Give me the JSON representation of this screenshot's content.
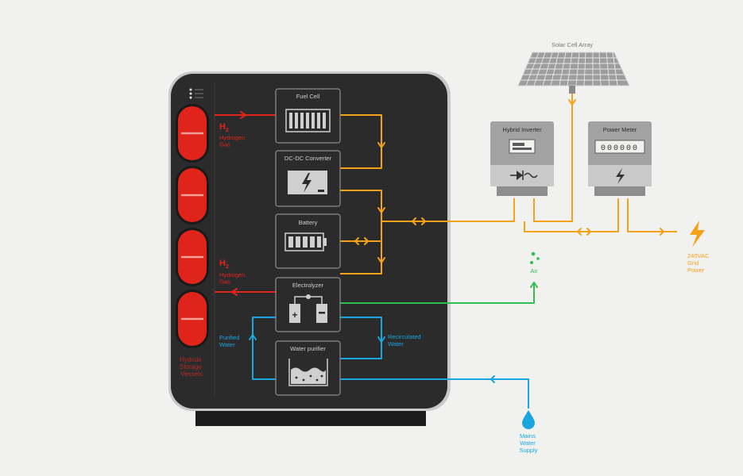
{
  "colors": {
    "background": "#f1f1f0",
    "unit_body": "#2b2b2b",
    "hydrogen_red": "#e0241b",
    "power_orange": "#f5a21b",
    "air_green": "#2fbf4f",
    "water_blue": "#1aa6e0",
    "panel_gray": "#9a9a9a"
  },
  "unit": {
    "modules": [
      {
        "label": "Fuel Cell",
        "icon": "fuel-cell-icon"
      },
      {
        "label": "DC-DC Converter",
        "icon": "converter-icon"
      },
      {
        "label": "Battery",
        "icon": "battery-icon"
      },
      {
        "label": "Electrolyzer",
        "icon": "electrolyzer-icon"
      },
      {
        "label": "Water purifier",
        "icon": "water-tank-icon"
      }
    ],
    "h2_out": {
      "symbol": "H",
      "subscript": "2",
      "line1": "Hydrogen",
      "line2": "Gas"
    },
    "h2_in": {
      "symbol": "H",
      "subscript": "2",
      "line1": "Hydrogen",
      "line2": "Gas"
    },
    "storage_label": [
      "Hydride",
      "Storage",
      "Vessels"
    ],
    "purified_label": [
      "Purified",
      "Water"
    ],
    "recirculated_label": [
      "Recirculated",
      "Water"
    ]
  },
  "external": {
    "solar_label": "Solar Cell Array",
    "inverter_label": "Hybrid Inverter",
    "meter_label": "Power Meter",
    "meter_digits": "000000",
    "air_label": "Air",
    "grid_label": [
      "240VAC",
      "Grid",
      "Power"
    ],
    "mains_label": [
      "Mains",
      "Water",
      "Supply"
    ]
  }
}
